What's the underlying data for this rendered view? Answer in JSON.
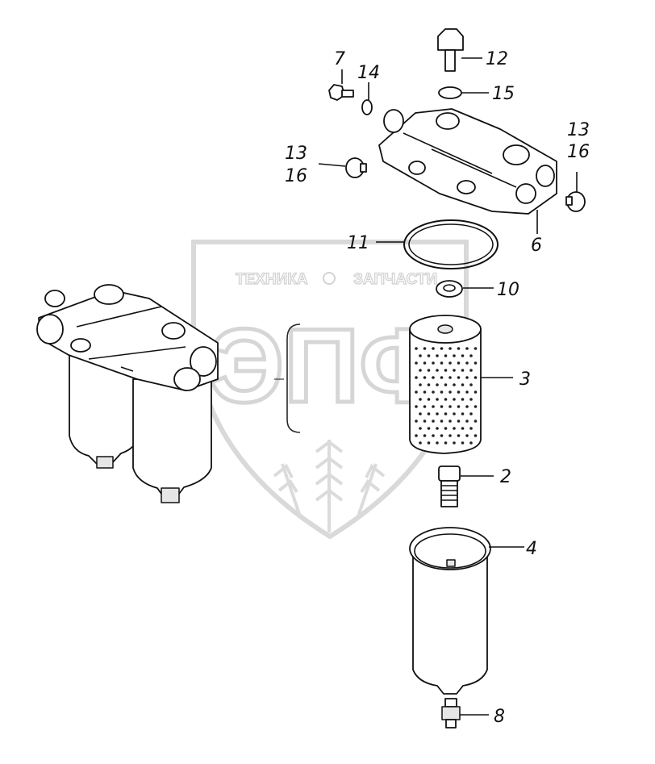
{
  "watermark": {
    "text_left": "ТЕХНИКА",
    "text_right": "ЗАПЧАСТИ",
    "logo_letters": "ЭПФ"
  },
  "callouts": {
    "c7": "7",
    "c14": "14",
    "c12": "12",
    "c15": "15",
    "c13_left": "13",
    "c16_left": "16",
    "c13_right": "13",
    "c16_right": "16",
    "c6": "6",
    "c11": "11",
    "c10": "10",
    "c3": "3",
    "c2": "2",
    "c4": "4",
    "c8": "8"
  }
}
